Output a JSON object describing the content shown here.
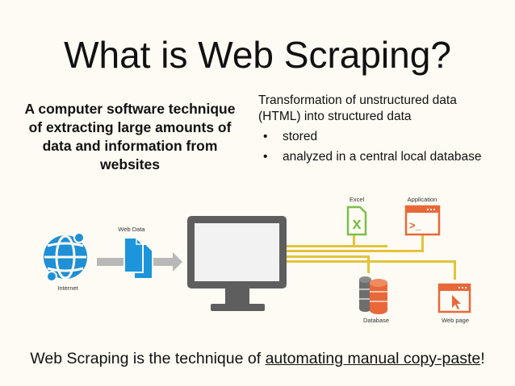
{
  "title": "What is Web Scraping?",
  "definition": "A computer software technique of extracting large amounts of data and information from websites",
  "transformation": {
    "line1": "Transformation of unstructured data",
    "line2": "(HTML) into structured data"
  },
  "bullets": [
    {
      "dot": "•",
      "text": "stored"
    },
    {
      "dot": "•",
      "text": "analyzed in a central local database"
    }
  ],
  "diagram": {
    "internet_label": "Internet",
    "webdata_label": "Web Data",
    "excel_label": "Excel",
    "application_label": "Application",
    "database_label": "Database",
    "webpage_label": "Web page",
    "excel_glyph": "x",
    "app_prompt": ">_",
    "colors": {
      "globe": "#1f8fd6",
      "document": "#1c95dc",
      "monitor": "#5e5e5e",
      "screen": "#f2f2f2",
      "connector": "#e3c33a",
      "excel": "#7bbf4a",
      "app_window": "#e8683a",
      "database": "#6e6e6e",
      "arrow": "#b8b8b8"
    }
  },
  "footer": {
    "prefix": "Web Scraping is the technique of ",
    "link": "automating manual copy-paste",
    "suffix": "!"
  }
}
